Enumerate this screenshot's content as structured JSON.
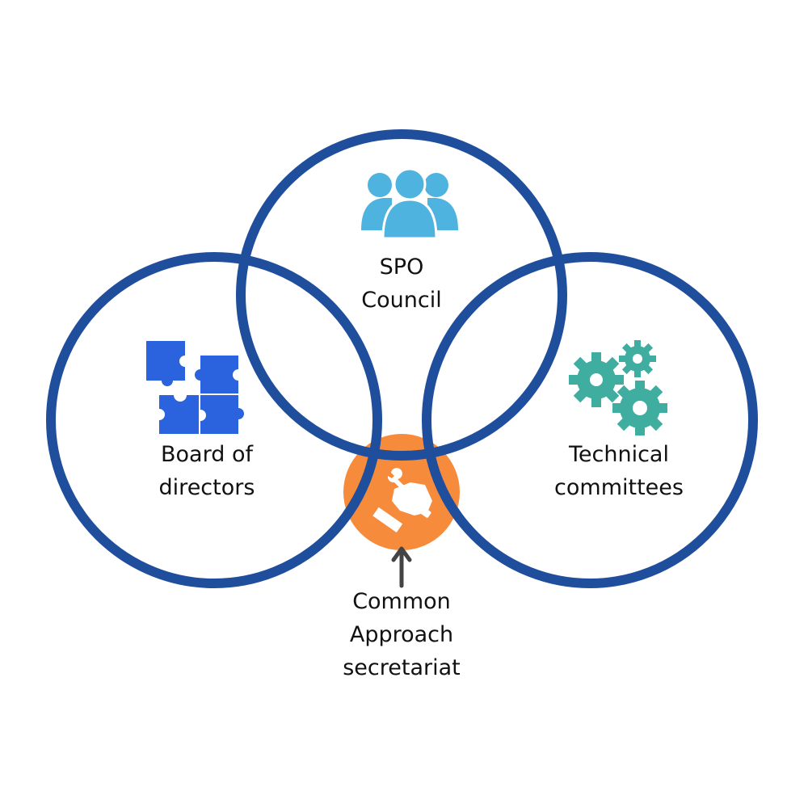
{
  "colors": {
    "circle_stroke": "#1f4e9c",
    "center_fill": "#f68c3b",
    "people_icon": "#4fb3e0",
    "puzzle_icon": "#2b62de",
    "gears_icon": "#3fada0",
    "arrow": "#444444"
  },
  "circles": {
    "top": {
      "label_line1": "SPO",
      "label_line2": "Council",
      "icon": "people-icon"
    },
    "left": {
      "label_line1": "Board of",
      "label_line2": "directors",
      "icon": "puzzle-icon"
    },
    "right": {
      "label_line1": "Technical",
      "label_line2": "committees",
      "icon": "gears-icon"
    },
    "center": {
      "label_line1": "Common",
      "label_line2": "Approach",
      "label_line3": "secretariat",
      "icon": "hand-wrench-icon"
    }
  }
}
